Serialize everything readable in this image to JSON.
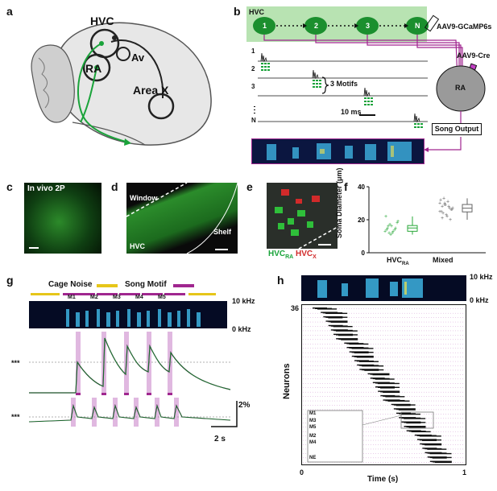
{
  "panels": {
    "a": {
      "letter": "a",
      "labels": {
        "hvc": "HVC",
        "ra": "RA",
        "av": "Av",
        "areax": "Area X"
      }
    },
    "b": {
      "letter": "b",
      "hvc_label": "HVC",
      "nodes": [
        "1",
        "2",
        "3",
        "N"
      ],
      "virus1": "AAV9-GCaMP6s",
      "virus2": "AAV9-Cre",
      "ra_label": "RA",
      "trace_labels": [
        "1",
        "2",
        "3",
        "N"
      ],
      "motifs_label": "3 Motifs",
      "scale_label": "10 ms",
      "song_output": "Song Output"
    },
    "c": {
      "letter": "c",
      "title": "In vivo 2P"
    },
    "d": {
      "letter": "d",
      "window": "Window",
      "shelf": "Shelf",
      "hvc": "HVC"
    },
    "e": {
      "letter": "e",
      "hvc_ra": "HVC",
      "hvc_ra_sub": "RA",
      "hvc_x": "HVC",
      "hvc_x_sub": "X"
    },
    "f": {
      "letter": "f",
      "ylabel": "Soma Diameter (μm)",
      "yticks": [
        "0",
        "20",
        "40"
      ],
      "cat1": "HVC",
      "cat1_sub": "RA",
      "cat2": "Mixed"
    },
    "g": {
      "letter": "g",
      "legend_cage": "Cage Noise",
      "legend_song": "Song Motif",
      "motifs": [
        "M1",
        "M2",
        "M3",
        "M4",
        "M5"
      ],
      "freq_top": "10 kHz",
      "freq_bottom": "0 kHz",
      "stars1": "***",
      "stars2": "***",
      "scale_y": "2%",
      "scale_x": "2 s"
    },
    "h": {
      "letter": "h",
      "freq_top": "10 kHz",
      "freq_bottom": "0 kHz",
      "y_top": "36",
      "ylabel": "Neurons",
      "xlabel": "Time (s)",
      "x0": "0",
      "x1": "1",
      "inset_labels": [
        "M1",
        "M3",
        "M5",
        "M2",
        "M4",
        "NE"
      ]
    }
  },
  "colors": {
    "green": "#1aa33a",
    "dark_green": "#1b6b2a",
    "magenta": "#a0268f",
    "yellow": "#e6c619",
    "pink": "#d4a3d4",
    "light_green_bg": "#b8e3b2"
  },
  "chart_data": {
    "type": "scatter",
    "categories": [
      "HVCRA",
      "Mixed"
    ],
    "ylim": [
      0,
      40
    ],
    "series": [
      {
        "values": [
          13,
          15,
          17,
          12,
          14,
          18,
          22,
          16,
          11,
          13,
          15,
          19,
          14,
          12,
          16
        ]
      },
      {
        "values": [
          25,
          28,
          30,
          22,
          27,
          26,
          32,
          24,
          29,
          31,
          20,
          27,
          25,
          33,
          23,
          28,
          26,
          30,
          21,
          29
        ]
      }
    ]
  }
}
